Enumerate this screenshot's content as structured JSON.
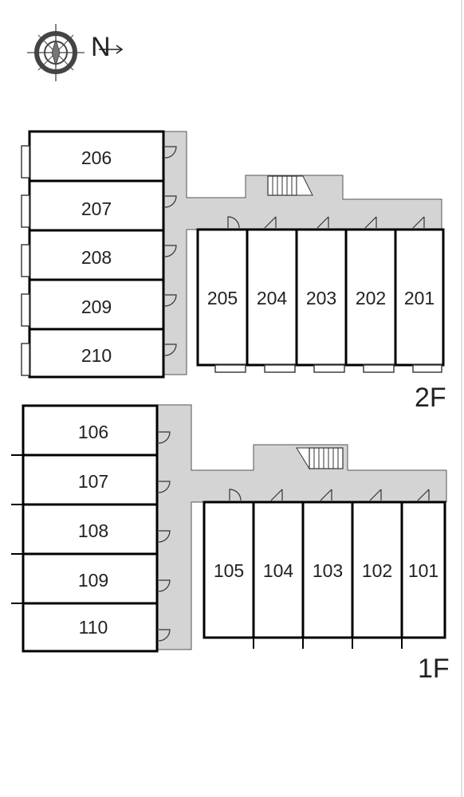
{
  "compass": {
    "icon": "compass-icon",
    "north_label": "N"
  },
  "floors": [
    {
      "id": "2f",
      "label": "2F",
      "west_units": [
        "206",
        "207",
        "208",
        "209",
        "210"
      ],
      "south_units": [
        "205",
        "204",
        "203",
        "202",
        "201"
      ]
    },
    {
      "id": "1f",
      "label": "1F",
      "west_units": [
        "106",
        "107",
        "108",
        "109",
        "110"
      ],
      "south_units": [
        "105",
        "104",
        "103",
        "102",
        "101"
      ]
    }
  ],
  "colors": {
    "corridor": "#d4d4d4",
    "wall": "#000000",
    "background": "#ffffff"
  }
}
